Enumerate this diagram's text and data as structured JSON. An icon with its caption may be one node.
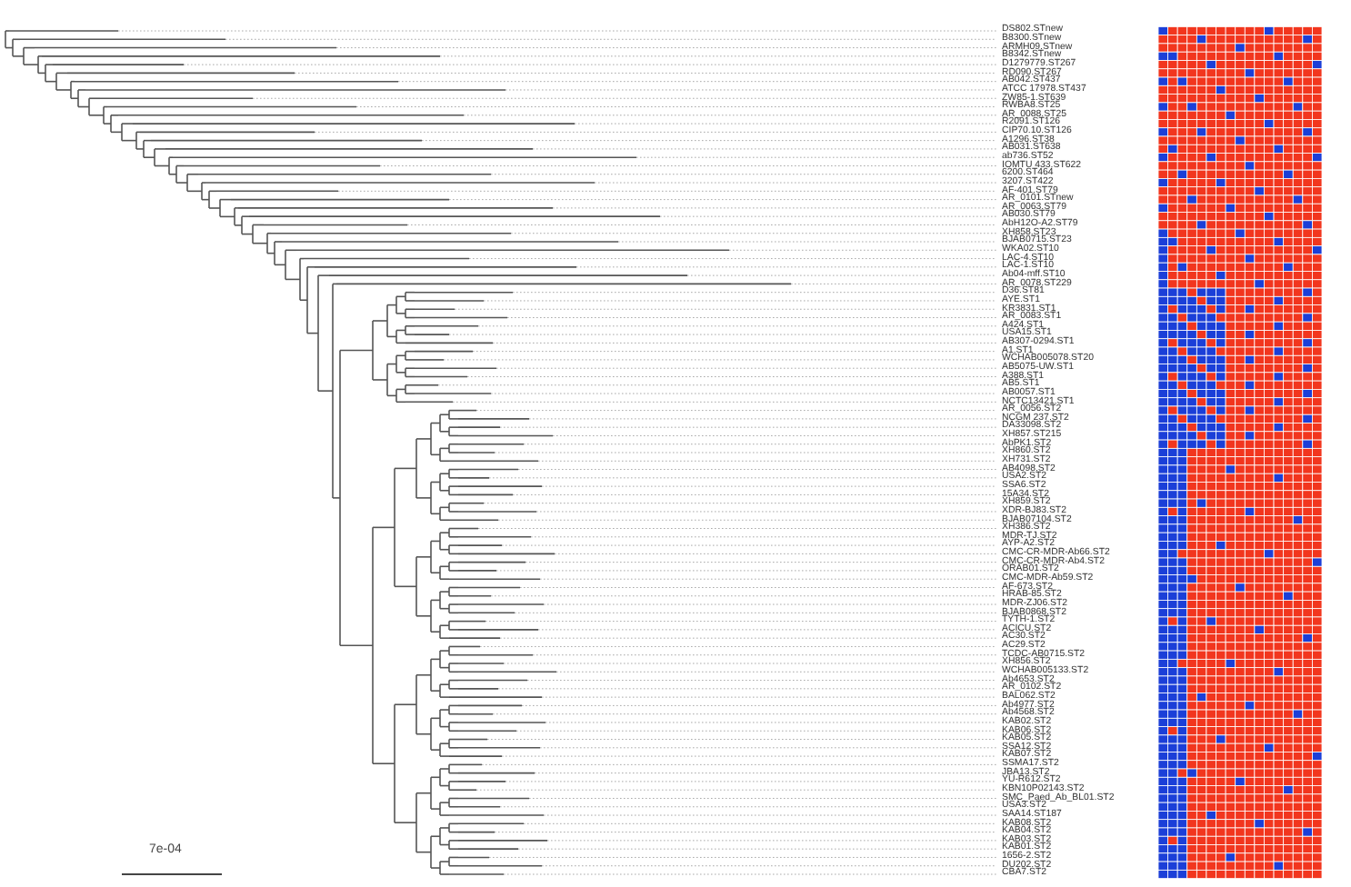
{
  "diagram": {
    "labels": [
      "DS802.STnew",
      "B8300.STnew",
      "ARMH09.STnew",
      "B8342.STnew",
      "D1279779.ST267",
      "RD090.ST267",
      "AB042.ST437",
      "ATCC 17978.ST437",
      "ZW85-1.ST639",
      "RWBA8.ST25",
      "AR_0088.ST25",
      "R2091.ST126",
      "CIP70.10.ST126",
      "A1296.ST38",
      "AB031.ST638",
      "ab736.ST52",
      "IOMTU 433.ST622",
      "6200.ST464",
      "3207.ST422",
      "AF-401.ST79",
      "AR_0101.STnew",
      "AR_0063.ST79",
      "AB030.ST79",
      "AbH12O-A2.ST79",
      "XH858.ST23",
      "BJAB0715.ST23",
      "WKA02.ST10",
      "LAC-4.ST10",
      "LAC-1.ST10",
      "Ab04-mff.ST10",
      "AR_0078.ST229",
      "D36.ST81",
      "AYE.ST1",
      "KR3831.ST1",
      "AR_0083.ST1",
      "A424.ST1",
      "USA15.ST1",
      "AB307-0294.ST1",
      "A1.ST1",
      "WCHAB005078.ST20",
      "AB5075-UW.ST1",
      "A388.ST1",
      "AB5.ST1",
      "AB0057.ST1",
      "NCTC13421.ST1",
      "AR_0056.ST2",
      "NCGM 237.ST2",
      "DA33098.ST2",
      "XH857.ST215",
      "AbPK1.ST2",
      "XH860.ST2",
      "XH731.ST2",
      "AB4098.ST2",
      "USA2.ST2",
      "SSA6.ST2",
      "15A34.ST2",
      "XH859.ST2",
      "XDR-BJ83.ST2",
      "BJAB07104.ST2",
      "XH386.ST2",
      "MDR-TJ.ST2",
      "AYP-A2.ST2",
      "CMC-CR-MDR-Ab66.ST2",
      "CMC-CR-MDR-Ab4.ST2",
      "ORAB01.ST2",
      "CMC-MDR-Ab59.ST2",
      "AF-673.ST2",
      "HRAB-85.ST2",
      "MDR-ZJ06.ST2",
      "BJAB0868.ST2",
      "TYTH-1.ST2",
      "ACICU.ST2",
      "AC30.ST2",
      "AC29.ST2",
      "TCDC-AB0715.ST2",
      "XH856.ST2",
      "WCHAB005133.ST2",
      "Ab4653.ST2",
      "AR_0102.ST2",
      "BAL062.ST2",
      "Ab4977.ST2",
      "Ab4568.ST2",
      "KAB02.ST2",
      "KAB06.ST2",
      "KAB05.ST2",
      "SSA12.ST2",
      "KAB07.ST2",
      "SSMA17.ST2",
      "JBA13.ST2",
      "YU-R612.ST2",
      "KBN10P02143.ST2",
      "SMC_Paed_Ab_BL01.ST2",
      "USA3.ST2",
      "SAA14.ST187",
      "KAB08.ST2",
      "KAB04.ST2",
      "KAB03.ST2",
      "KAB01.ST2",
      "1656-2.ST2",
      "DU202.ST2",
      "CBA7.ST2",
      "7e-04"
    ]
  }
}
